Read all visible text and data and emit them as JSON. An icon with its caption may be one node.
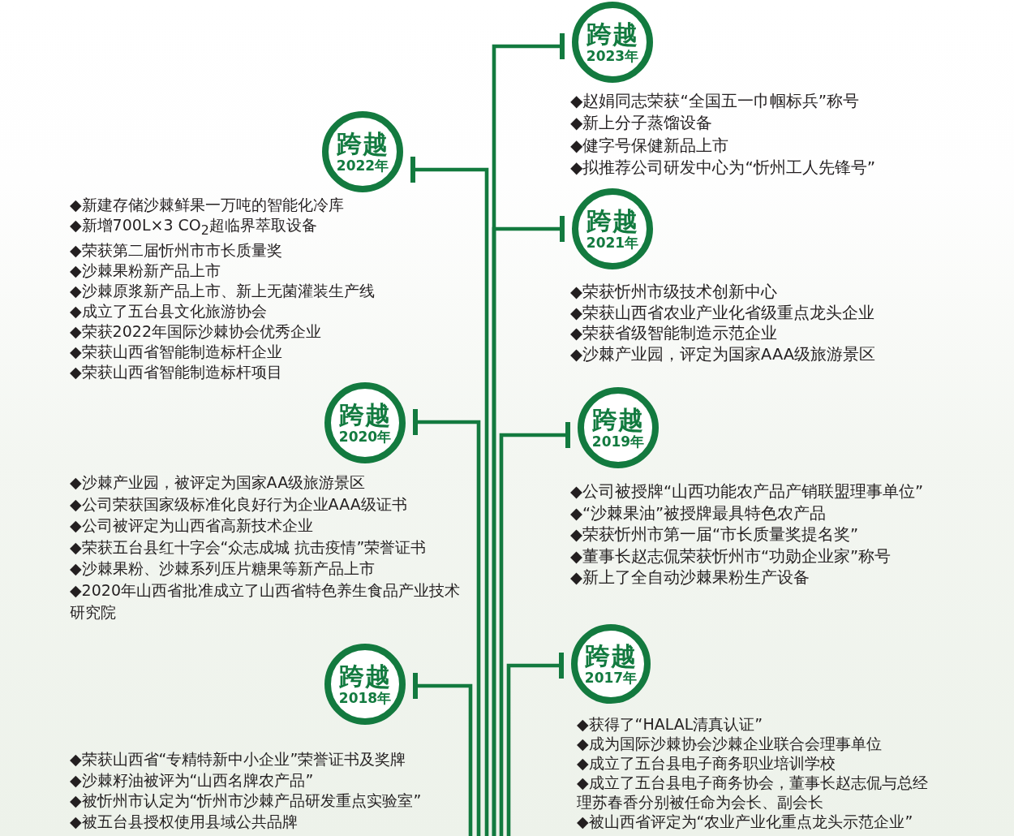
{
  "diagram": {
    "nodes": [
      {
        "text": [
          "跨越",
          "2023年"
        ],
        "beside": [
          "◆赵娟同志荣获“全国五一巾帼标兵”称号",
          "◆新上分子蒸馏设备",
          "◆健字号保健新品上市",
          "◆拟推荐公司研发中心为“忻州工人先锋号”"
        ]
      },
      {
        "text": [
          "跨越",
          "2022年"
        ],
        "beside": [
          "◆新建存储沙棘鲜果一万吨的智能化冷库",
          "◆新增700L×3 CO$_{2}$超临界萃取设备",
          "◆荣获第二届忻州市市长质量奖",
          "◆沙棘果粉新产品上市",
          "◆沙棘原浆新产品上市、新上无菌灌装生产线",
          "◆成立了五台县文化旅游协会",
          "◆荣获2022年国际沙棘协会优秀企业",
          "◆荣获山西省智能制造标杆企业",
          "◆荣获山西省智能制造标杆项目"
        ]
      },
      {
        "text": [
          "跨越",
          "2021年"
        ],
        "beside": [
          "◆荣获忻州市级技术创新中心",
          "◆荣获山西省农业产业化省级重点龙头企业",
          "◆荣获省级智能制造示范企业",
          "◆沙棘产业园，评定为国家AAA级旅游景区"
        ]
      },
      {
        "text": [
          "跨越",
          "2020年"
        ],
        "beside": [
          "◆沙棘产业园，被评定为国家AA级旅游景区",
          "◆公司荣获国家级标准化良好行为企业AAA级证书",
          "◆公司被评定为山西省高新技术企业",
          "◆荣获五台县红十字会“众志成城 抗击疫情”荣誉证书",
          "◆沙棘果粉、沙棘系列压片糖果等新产品上市",
          "◆2020年山西省批准成立了山西省特色养生食品产业技术研究院"
        ]
      },
      {
        "text": [
          "跨越",
          "2019年"
        ],
        "beside": [
          "◆公司被授牌“山西功能农产品产销联盟理事单位”",
          "◆“沙棘果油”被授牌最具特色农产品",
          "◆荣获忻州市第一届“市长质量奖提名奖”",
          "◆董事长赵志侃荣获忻州市“功勋企业家”称号",
          "◆新上了全自动沙棘果粉生产设备"
        ]
      },
      {
        "text": [
          "跨越",
          "2018年"
        ],
        "beside": [
          "◆荣获山西省“专精特新中小企业”荣誉证书及奖牌",
          "◆沙棘籽油被评为“山西名牌农产品”",
          "◆被忻州市认定为“忻州市沙棘产品研发重点实验室”",
          "◆被五台县授权使用县域公共品牌"
        ]
      },
      {
        "text": [
          "跨越",
          "2017年"
        ],
        "beside": [
          "◆获得了“HALAL清真认证”",
          "◆成为国际沙棘协会沙棘企业联合会理事单位",
          "◆成立了五台县电子商务职业培训学校",
          "◆成立了五台县电子商务协会，董事长赵志侃与总经理苏春香分别被任命为会长、副会长",
          "◆被山西省评定为“农业产业化重点龙头示范企业”"
        ]
      }
    ],
    "edges": [
      {
        "from": null,
        "to": 0,
        "arrow": "other"
      },
      {
        "from": null,
        "to": 1,
        "arrow": "other"
      },
      {
        "from": null,
        "to": 2,
        "arrow": "other"
      },
      {
        "from": null,
        "to": 3,
        "arrow": "other"
      },
      {
        "from": null,
        "to": 4,
        "arrow": "other"
      },
      {
        "from": null,
        "to": 5,
        "arrow": "other"
      },
      {
        "from": null,
        "to": 6,
        "arrow": "other"
      }
    ]
  }
}
